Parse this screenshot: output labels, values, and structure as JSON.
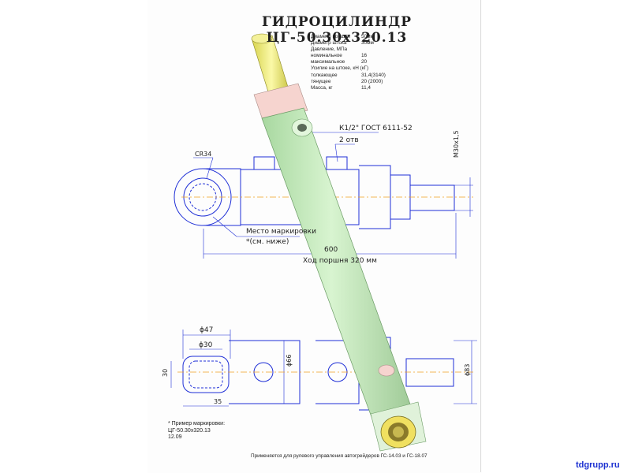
{
  "title": "ГИДРОЦИЛИНДР  ЦГ-50.30х320.13",
  "specs": [
    {
      "label": "Диаметр поршня",
      "value": "50мм"
    },
    {
      "label": "Диаметр штока",
      "value": "30мм"
    },
    {
      "label": "Давление, МПа",
      "value": ""
    },
    {
      "label": "номинальное",
      "value": "16"
    },
    {
      "label": "максимальное",
      "value": "20"
    },
    {
      "label": "Усилие на штоке, кН (кГ)",
      "value": ""
    },
    {
      "label": "толкающее",
      "value": "31,4(3140)"
    },
    {
      "label": "тянущее",
      "value": "20  (2000)"
    },
    {
      "label": "Масса, кг",
      "value": "11,4"
    }
  ],
  "dims": {
    "r34": "СR34",
    "thread_port": "К1/2\" ГОСТ 6111-52",
    "holes": "2 отв",
    "m30": "М30х1,5",
    "marking_place": "Место маркировки",
    "marking_ref": "*(см. ниже)",
    "length": "600",
    "stroke": "Ход поршня 320 мм",
    "d47": "ϕ47",
    "d30": "ϕ30",
    "w30": "30",
    "d66": "ϕ66",
    "d83": "ϕ83",
    "w35": "35"
  },
  "marking": {
    "header": "* Пример маркировки:",
    "line1": "ЦГ-50.30х320.13",
    "line2": "12.09"
  },
  "footer": "Применяется для рулевого  управления автогрейдеров ГС-14.03 и ГС-18.07",
  "brand": "tdgrupp.ru",
  "colors": {
    "cylinder": "#c8ecc0",
    "rod": "#f2f07a",
    "nut": "#f6d4cf",
    "eye": "#f0e060",
    "blueprint": "#1f2fd6",
    "axis": "#f0a020"
  }
}
